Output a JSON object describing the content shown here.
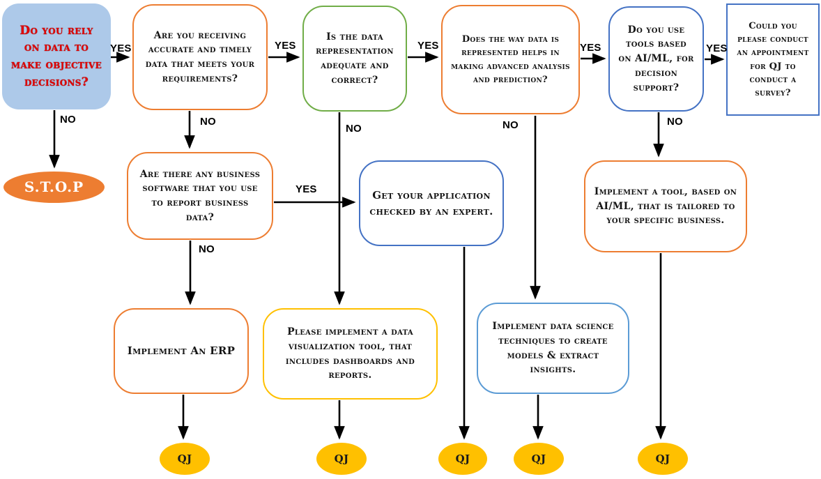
{
  "diagram": {
    "nodes": {
      "start": {
        "text": "Do you rely on data to make objective decisions?",
        "shape": "rounded-filled",
        "fill": "#ADC9E9",
        "text_color": "#E00000"
      },
      "accurate_data": {
        "text": "Are you receiving accurate and timely data that meets your requirements?",
        "shape": "rounded",
        "border": "#ED7D31"
      },
      "representation": {
        "text": "Is the data representation adequate and correct?",
        "shape": "rounded",
        "border": "#70AD47"
      },
      "advanced": {
        "text": "Does the way data is represented helps in making advanced analysis and prediction?",
        "shape": "rounded",
        "border": "#ED7D31"
      },
      "aiml": {
        "text": "Do you use tools based on AI/ML, for decision support?",
        "shape": "rounded",
        "border": "#4472C4"
      },
      "survey": {
        "text": "Could you please conduct an appointment for QJ to conduct a survey?",
        "shape": "rectangle",
        "border": "#4472C4"
      },
      "stop": {
        "text": "S.T.O.P",
        "shape": "ellipse",
        "fill": "#ED7D31",
        "text_color": "#FFFFFF"
      },
      "software": {
        "text": "Are there any business software that you use to report business data?",
        "shape": "rounded",
        "border": "#ED7D31"
      },
      "expert": {
        "text": "Get your application checked by an expert.",
        "shape": "rounded",
        "border": "#4472C4"
      },
      "aiml_tool": {
        "text": "Implement a tool, based on AI/ML, that is tailored to your specific business.",
        "shape": "rounded",
        "border": "#ED7D31"
      },
      "erp": {
        "text": "Implement An ERP",
        "shape": "rounded",
        "border": "#ED7D31"
      },
      "viz": {
        "text": "Please implement a data visualization tool, that includes dashboards and reports.",
        "shape": "rounded",
        "border": "#FFC000"
      },
      "data_science": {
        "text": "Implement data science techniques to create models & extract insights.",
        "shape": "rounded",
        "border": "#5B9BD5"
      },
      "qj_1": {
        "text": "QJ",
        "shape": "ellipse",
        "fill": "#FFC000"
      },
      "qj_2": {
        "text": "QJ",
        "shape": "ellipse",
        "fill": "#FFC000"
      },
      "qj_3": {
        "text": "QJ",
        "shape": "ellipse",
        "fill": "#FFC000"
      },
      "qj_4": {
        "text": "QJ",
        "shape": "ellipse",
        "fill": "#FFC000"
      },
      "qj_5": {
        "text": "QJ",
        "shape": "ellipse",
        "fill": "#FFC000"
      }
    },
    "edges": [
      {
        "from": "start",
        "to": "accurate_data",
        "label": "YES"
      },
      {
        "from": "accurate_data",
        "to": "representation",
        "label": "YES"
      },
      {
        "from": "representation",
        "to": "advanced",
        "label": "YES"
      },
      {
        "from": "advanced",
        "to": "aiml",
        "label": "YES"
      },
      {
        "from": "aiml",
        "to": "survey",
        "label": "YES"
      },
      {
        "from": "start",
        "to": "stop",
        "label": "NO"
      },
      {
        "from": "accurate_data",
        "to": "software",
        "label": "NO"
      },
      {
        "from": "representation",
        "to": "viz",
        "label": "NO"
      },
      {
        "from": "advanced",
        "to": "data_science",
        "label": "NO"
      },
      {
        "from": "aiml",
        "to": "aiml_tool",
        "label": "NO"
      },
      {
        "from": "software",
        "to": "erp",
        "label": "NO"
      },
      {
        "from": "software",
        "to": "expert",
        "label": "YES"
      },
      {
        "from": "erp",
        "to": "qj_1",
        "label": ""
      },
      {
        "from": "viz",
        "to": "qj_2",
        "label": ""
      },
      {
        "from": "expert",
        "to": "qj_3",
        "label": ""
      },
      {
        "from": "data_science",
        "to": "qj_4",
        "label": ""
      },
      {
        "from": "aiml_tool",
        "to": "qj_5",
        "label": ""
      }
    ],
    "colors": {
      "orange": "#ED7D31",
      "green": "#70AD47",
      "blue": "#4472C4",
      "light_blue": "#5B9BD5",
      "gold": "#FFC000",
      "start_fill": "#ADC9E9",
      "start_text": "#E00000",
      "stop_fill": "#ED7D31",
      "qj_fill": "#FFC000",
      "arrow": "#000000"
    }
  }
}
